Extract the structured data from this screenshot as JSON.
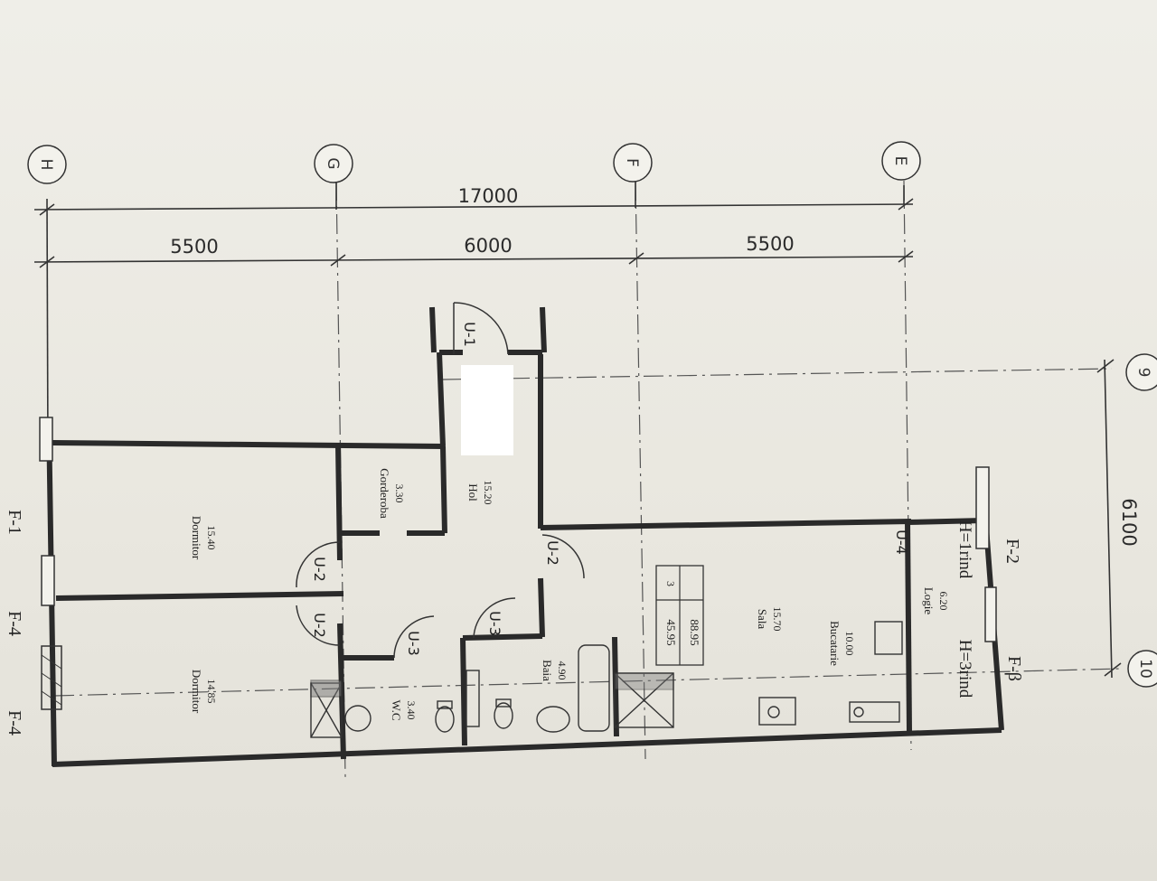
{
  "dimensions": {
    "total": "17000",
    "bay_left": "5500",
    "bay_middle": "6000",
    "bay_right": "5500",
    "depth": "6100"
  },
  "axes": {
    "h": "H",
    "g": "G",
    "f": "F",
    "e": "E",
    "n9": "9",
    "n10": "10"
  },
  "rooms": {
    "hol": {
      "area": "15.20",
      "name": "Hol"
    },
    "gorderoba": {
      "area": "3.30",
      "name": "Gorderoba"
    },
    "dormitor1": {
      "area": "15.40",
      "name": "Dormitor"
    },
    "dormitor2": {
      "area": "14.85",
      "name": "Dormitor"
    },
    "wc": {
      "area": "3.40",
      "name": "W.C"
    },
    "baia": {
      "area": "4.90",
      "name": "Baia"
    },
    "sala": {
      "area": "15.70",
      "name": "Sala"
    },
    "bucatarie": {
      "area": "10.00",
      "name": "Bucatarie"
    },
    "logie": {
      "area": "6.20",
      "name": "Logie"
    }
  },
  "doors": {
    "u1": "U-1",
    "u2": "U-2",
    "u3": "U-3",
    "u4": "U-4"
  },
  "windows": {
    "f1": "F-1",
    "f2": "F-2",
    "f3": "F-β",
    "f4": "F-4"
  },
  "summary": {
    "rooms": "3",
    "total_area": "88.95",
    "living_area": "45.95"
  },
  "levels": {
    "h1": "H=1rind",
    "h3": "H=3rind"
  }
}
